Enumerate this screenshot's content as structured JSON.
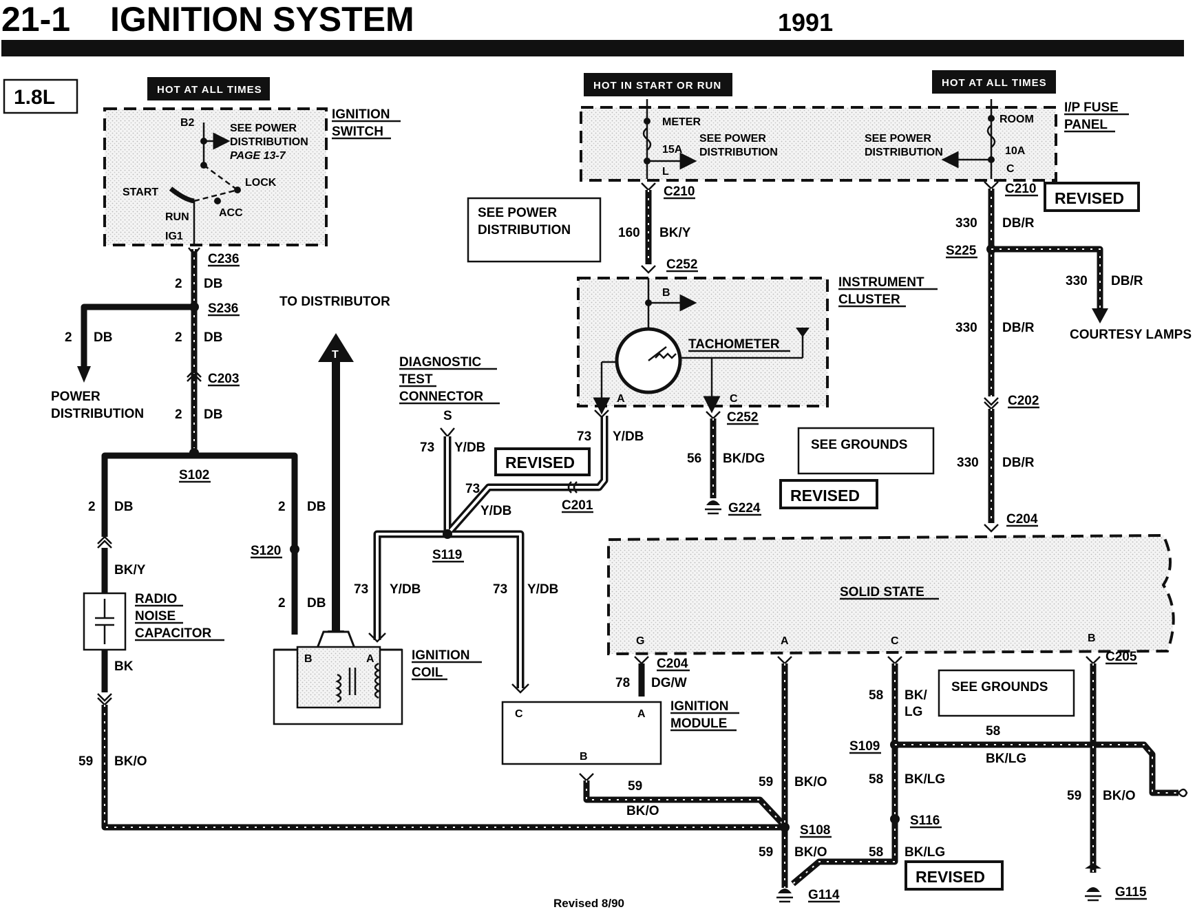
{
  "header": {
    "section": "21-1",
    "title": "IGNITION SYSTEM",
    "year": "1991",
    "engine": "1.8L"
  },
  "tags": {
    "hot_all_times_1": "HOT AT ALL TIMES",
    "hot_start_run": "HOT IN START OR RUN",
    "hot_all_times_2": "HOT AT ALL TIMES"
  },
  "ignition_switch": {
    "label1": "IGNITION",
    "label2": "SWITCH",
    "b2": "B2",
    "see1": "SEE POWER",
    "see2": "DISTRIBUTION",
    "see3": "PAGE 13-7",
    "start": "START",
    "lock": "LOCK",
    "run": "RUN",
    "acc": "ACC",
    "ig1": "IG1"
  },
  "fuse_panel": {
    "label1": "I/P FUSE",
    "label2": "PANEL",
    "meter": "METER",
    "fuse15": "15A",
    "l": "L",
    "see_l1": "SEE POWER",
    "see_l2": "DISTRIBUTION",
    "see_r1": "SEE POWER",
    "see_r2": "DISTRIBUTION",
    "room": "ROOM",
    "fuse10": "10A",
    "c": "C"
  },
  "cluster": {
    "label1": "INSTRUMENT",
    "label2": "CLUSTER",
    "tach": "TACHOMETER",
    "b": "B",
    "a": "A",
    "c": "C"
  },
  "solid_state": {
    "label": "SOLID STATE",
    "g": "G",
    "a": "A",
    "c": "C",
    "b": "B",
    "top_a": "A"
  },
  "connectors": {
    "c236": "C236",
    "s236": "S236",
    "c203": "C203",
    "s102": "S102",
    "s120": "S120",
    "c210a": "C210",
    "c210b": "C210",
    "c252a": "C252",
    "c252b": "C252",
    "s225": "S225",
    "c202": "C202",
    "c204a": "C204",
    "c204b": "C204",
    "c205": "C205",
    "c201": "C201",
    "s119": "S119",
    "s109": "S109",
    "s108": "S108",
    "s116": "S116",
    "g224": "G224",
    "g114": "G114",
    "g115": "G115"
  },
  "wires": {
    "n2": "2",
    "db": "DB",
    "n160": "160",
    "bky": "BK/Y",
    "n330": "330",
    "dbr": "DB/R",
    "n73": "73",
    "ydb": "Y/DB",
    "n56": "56",
    "bkdg": "BK/DG",
    "bk": "BK",
    "n59": "59",
    "bko": "BK/O",
    "n78": "78",
    "dgw": "DG/W",
    "n58": "58",
    "bklg1": "BK/",
    "bklg2": "LG",
    "bklg": "BK/LG",
    "s": "S"
  },
  "labels": {
    "power_dist1": "POWER",
    "power_dist2": "DISTRIBUTION",
    "to_distributor": "TO DISTRIBUTOR",
    "diag1": "DIAGNOSTIC",
    "diag2": "TEST",
    "diag3": "CONNECTOR",
    "radio1": "RADIO",
    "radio2": "NOISE",
    "radio3": "CAPACITOR",
    "coil1": "IGNITION",
    "coil2": "COIL",
    "coil_b": "B",
    "coil_a": "A",
    "module1": "IGNITION",
    "module2": "MODULE",
    "mod_c": "C",
    "mod_a": "A",
    "mod_b": "B",
    "courtesy": "COURTESY LAMPS",
    "arrow_t": "T",
    "see_pd1": "SEE POWER",
    "see_pd2": "DISTRIBUTION",
    "see_gr": "SEE GROUNDS",
    "see_gr2": "SEE GROUNDS",
    "revised": "REVISED",
    "footer": "Revised 8/90"
  }
}
